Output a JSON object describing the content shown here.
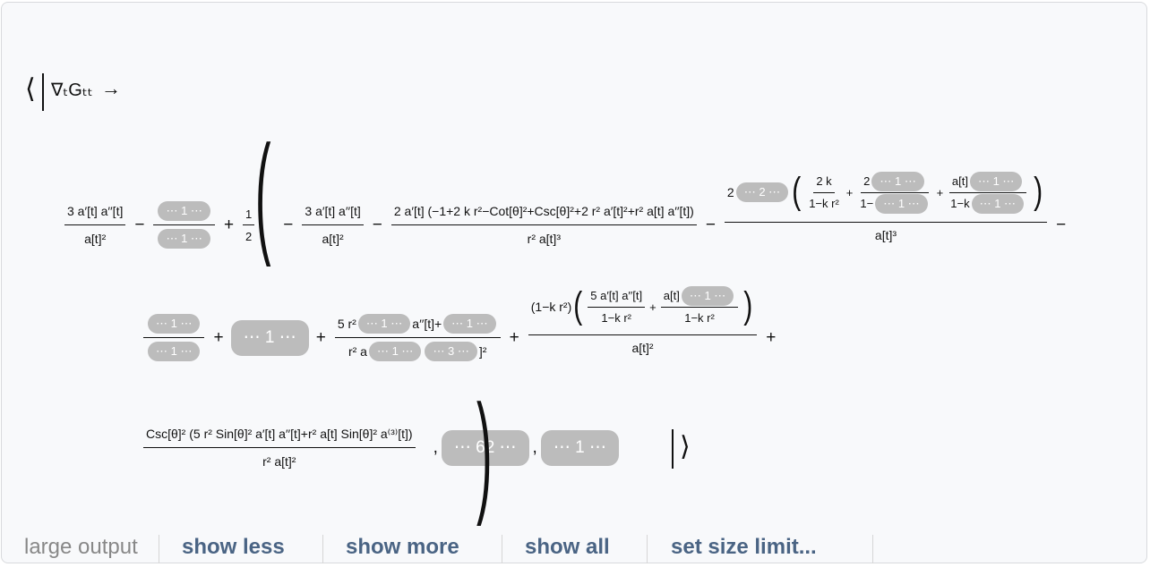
{
  "header": {
    "open_bracket": "⟨",
    "nabla_expr": "∇ₜGₜₜ",
    "arrow": "→",
    "close_bracket": "⟩"
  },
  "ops": {
    "minus": "−",
    "plus": "+",
    "comma": ","
  },
  "row1": {
    "t1_num": "3 a′[t] a′′[t]",
    "t1_den": "a[t]²",
    "t2_num_pill": "⋯ 1 ⋯",
    "t2_den_pill": "⋯ 1 ⋯",
    "half_num": "1",
    "half_den": "2",
    "t3_num": "3 a′[t] a′′[t]",
    "t3_den": "a[t]²",
    "t4_num": "2 a′[t] (−1+2 k r²−Cot[θ]²+Csc[θ]²+2 r² a′[t]²+r² a[t] a′′[t])",
    "t4_den": "r² a[t]³",
    "t5_coef": "2",
    "t5_pill": "⋯ 2 ⋯",
    "t5_f1_num": "2 k",
    "t5_f1_den": "1−k r²",
    "t5_f2_num": "2",
    "t5_f2_num_pill": "⋯ 1 ⋯",
    "t5_f2_den": "1−",
    "t5_f2_den_pill": "⋯ 1 ⋯",
    "t5_f3_num": "a[t]",
    "t5_f3_num_pill": "⋯ 1 ⋯",
    "t5_f3_den": "1−k",
    "t5_f3_den_pill": "⋯ 1 ⋯",
    "t5_den": "a[t]³"
  },
  "row2": {
    "t1_num_pill": "⋯ 1 ⋯",
    "t1_den_pill": "⋯ 1 ⋯",
    "t2_pill": "⋯ 1 ⋯",
    "t3_num_a": "5 r²",
    "t3_num_pill1": "⋯ 1 ⋯",
    "t3_num_b": "a′′[t]+",
    "t3_num_pill2": "⋯ 1 ⋯",
    "t3_den_a": "r² a",
    "t3_den_pill1": "⋯ 1 ⋯",
    "t3_den_pill2": "⋯ 3 ⋯",
    "t3_den_b": "]²",
    "t4_prefix": "(1−k r²)",
    "t4_f1_num": "5 a′[t] a′′[t]",
    "t4_f1_den": "1−k r²",
    "t4_f2_num": "a[t]",
    "t4_f2_num_pill": "⋯ 1 ⋯",
    "t4_f2_den": "1−k r²",
    "t4_den": "a[t]²"
  },
  "row3": {
    "t1_num": "Csc[θ]² (5 r² Sin[θ]² a′[t] a′′[t]+r² a[t] Sin[θ]² a⁽³⁾[t])",
    "t1_den": "r² a[t]²",
    "pill_62": "⋯ 62 ⋯",
    "pill_1": "⋯ 1 ⋯"
  },
  "footer": {
    "label": "large output",
    "show_less": "show less",
    "show_more": "show more",
    "show_all": "show all",
    "set_size_limit": "set size limit..."
  }
}
